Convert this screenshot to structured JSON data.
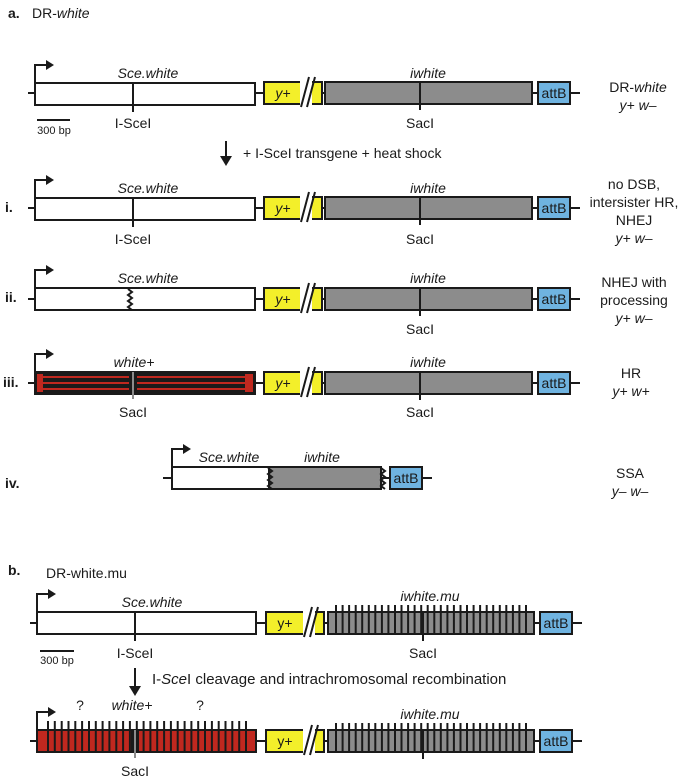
{
  "panel_a": {
    "letter": "a.",
    "title_prefix": "DR-",
    "title_italic": "white",
    "scale_bar": "300 bp",
    "arrow_text": "+ I-SceI transgene + heat shock",
    "top": {
      "gene1": "Sce.white",
      "site1": "I-SceI",
      "yplus": "y+",
      "gene2": "iwhite",
      "site2": "SacI",
      "attb": "attB",
      "result_line1_prefix": "DR-",
      "result_line1_italic": "white",
      "result_line2": "y+ w–"
    },
    "rows": [
      {
        "numeral": "i.",
        "gene1": "Sce.white",
        "site1": "I-SceI",
        "yplus": "y+",
        "gene2": "iwhite",
        "site2": "SacI",
        "attb": "attB",
        "outcome": [
          "no DSB,",
          "intersister HR,",
          "NHEJ"
        ],
        "genotype": "y+ w–"
      },
      {
        "numeral": "ii.",
        "gene1": "Sce.white",
        "yplus": "y+",
        "gene2": "iwhite",
        "site2": "SacI",
        "attb": "attB",
        "outcome": [
          "NHEJ with",
          "processing"
        ],
        "genotype": "y+ w–"
      },
      {
        "numeral": "iii.",
        "gene1": "white+",
        "site1": "SacI",
        "yplus": "y+",
        "gene2": "iwhite",
        "site2": "SacI",
        "attb": "attB",
        "outcome": [
          "HR"
        ],
        "genotype": "y+ w+"
      },
      {
        "numeral": "iv.",
        "gene1": "Sce.white",
        "gene2": "iwhite",
        "attb": "attB",
        "outcome": [
          "SSA"
        ],
        "genotype": "y– w–"
      }
    ]
  },
  "panel_b": {
    "letter": "b.",
    "title": "DR-white.mu",
    "scale_bar": "300 bp",
    "arrow_text_prefix": "I-",
    "arrow_text_italic": "Sce",
    "arrow_text_suffix": "I cleavage and intrachromosomal recombination",
    "top": {
      "gene1": "Sce.white",
      "site1": "I-SceI",
      "yplus": "y+",
      "gene2": "iwhite.mu",
      "site2": "SacI",
      "attb": "attB"
    },
    "bottom": {
      "gene1": "white+",
      "q1": "?",
      "q2": "?",
      "site1": "SacI",
      "yplus": "y+",
      "gene2": "iwhite.mu",
      "attb": "attB"
    }
  },
  "colors": {
    "yellow": "#f3ef2a",
    "gray": "#8c8c8c",
    "blue": "#6fb3e0",
    "red": "#c0281f",
    "black": "#1a1a1a"
  }
}
